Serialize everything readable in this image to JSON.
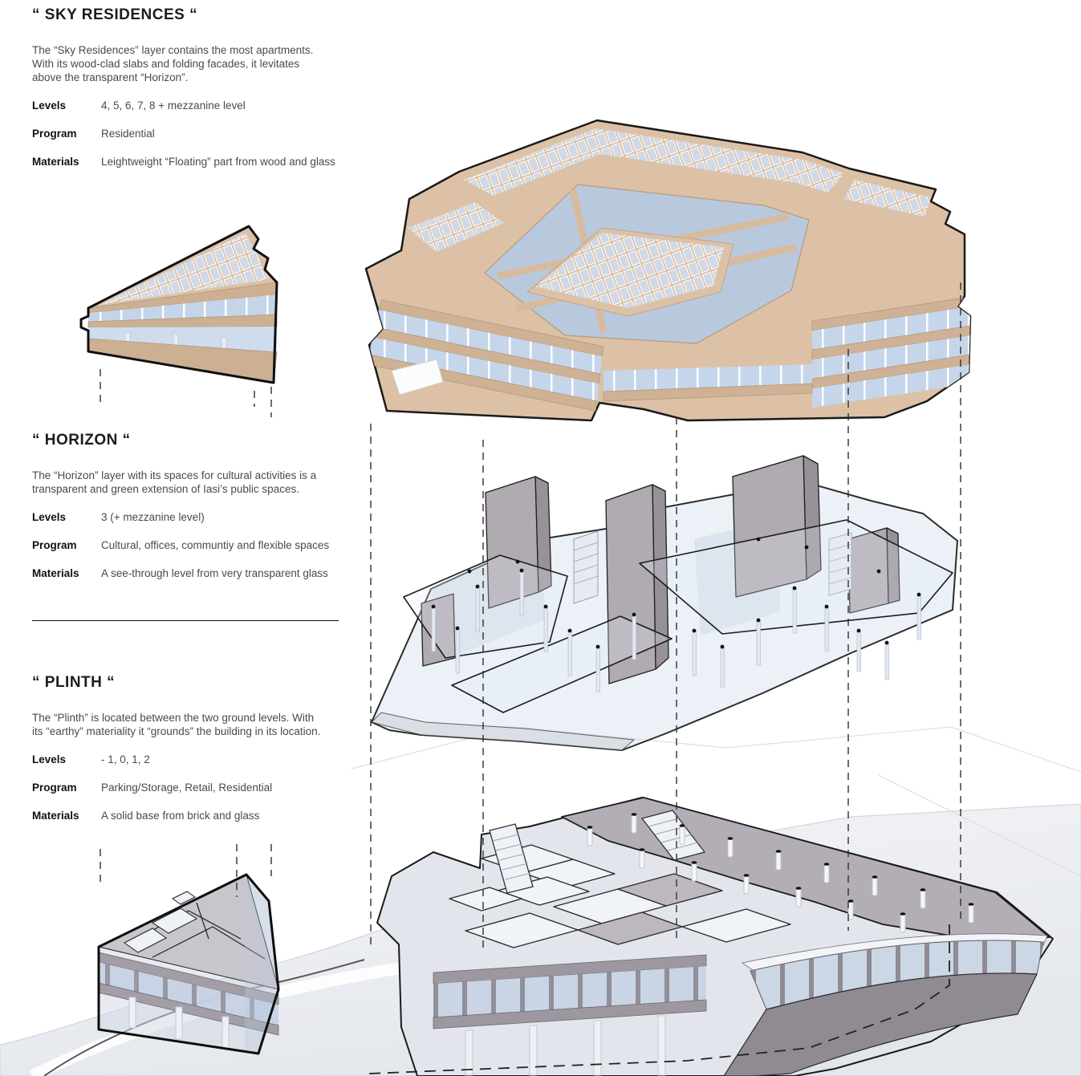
{
  "board_title": "exploded-axonometric-building-diagram",
  "sections": [
    {
      "id": "sky-residences",
      "title": "“ SKY RESIDENCES “",
      "description": "The “Sky Residences” layer contains the most apartments. With its wood-clad slabs and folding facades, it levitates above the transparent “Horizon”.",
      "specs": [
        {
          "label": "Levels",
          "value": "4, 5, 6, 7, 8 + mezzanine level"
        },
        {
          "label": "Program",
          "value": "Residential"
        },
        {
          "label": "Materials",
          "value": "Leightweight “Floating” part from wood and glass"
        }
      ]
    },
    {
      "id": "horizon",
      "title": "“ HORIZON “",
      "description": "The “Horizon” layer with its spaces for cultural activities is a transparent and green extension of Iasi’s public spaces.",
      "specs": [
        {
          "label": "Levels",
          "value": "3 (+ mezzanine level)"
        },
        {
          "label": "Program",
          "value": "Cultural, offices, communtiy and flexible spaces"
        },
        {
          "label": "Materials",
          "value": "A see-through level from very transparent glass"
        }
      ]
    },
    {
      "id": "plinth",
      "title": "“ PLINTH “",
      "description": "The “Plinth” is located between the two ground levels. With its “earthy” materiality it “grounds” the building in its location.",
      "specs": [
        {
          "label": "Levels",
          "value": "- 1, 0, 1, 2"
        },
        {
          "label": "Program",
          "value": "Parking/Storage, Retail, Residential"
        },
        {
          "label": "Materials",
          "value": "A solid base from brick and glass"
        }
      ]
    }
  ],
  "models": [
    {
      "name": "sky-residences-model",
      "material": "wood and glass"
    },
    {
      "name": "sky-residences-fragment-model",
      "material": "wood and glass"
    },
    {
      "name": "horizon-model",
      "material": "transparent glass"
    },
    {
      "name": "plinth-model",
      "material": "brick and glass"
    },
    {
      "name": "plinth-fragment-model",
      "material": "brick and glass"
    }
  ],
  "palette": {
    "wood": "#dcc1a7",
    "wood_dark": "#cdb092",
    "glass_blue": "#c5d6ea",
    "courtyard_glass": "#b9c9dd",
    "solar_panel": "#d0d9e5",
    "core_gray": "#b0aab1",
    "deck_gray": "#b3aeb5",
    "facade_gray": "#908b93",
    "outline": "#1a1a1a",
    "terrain": "#edeff3",
    "text_gray": "#4a4a4a"
  }
}
